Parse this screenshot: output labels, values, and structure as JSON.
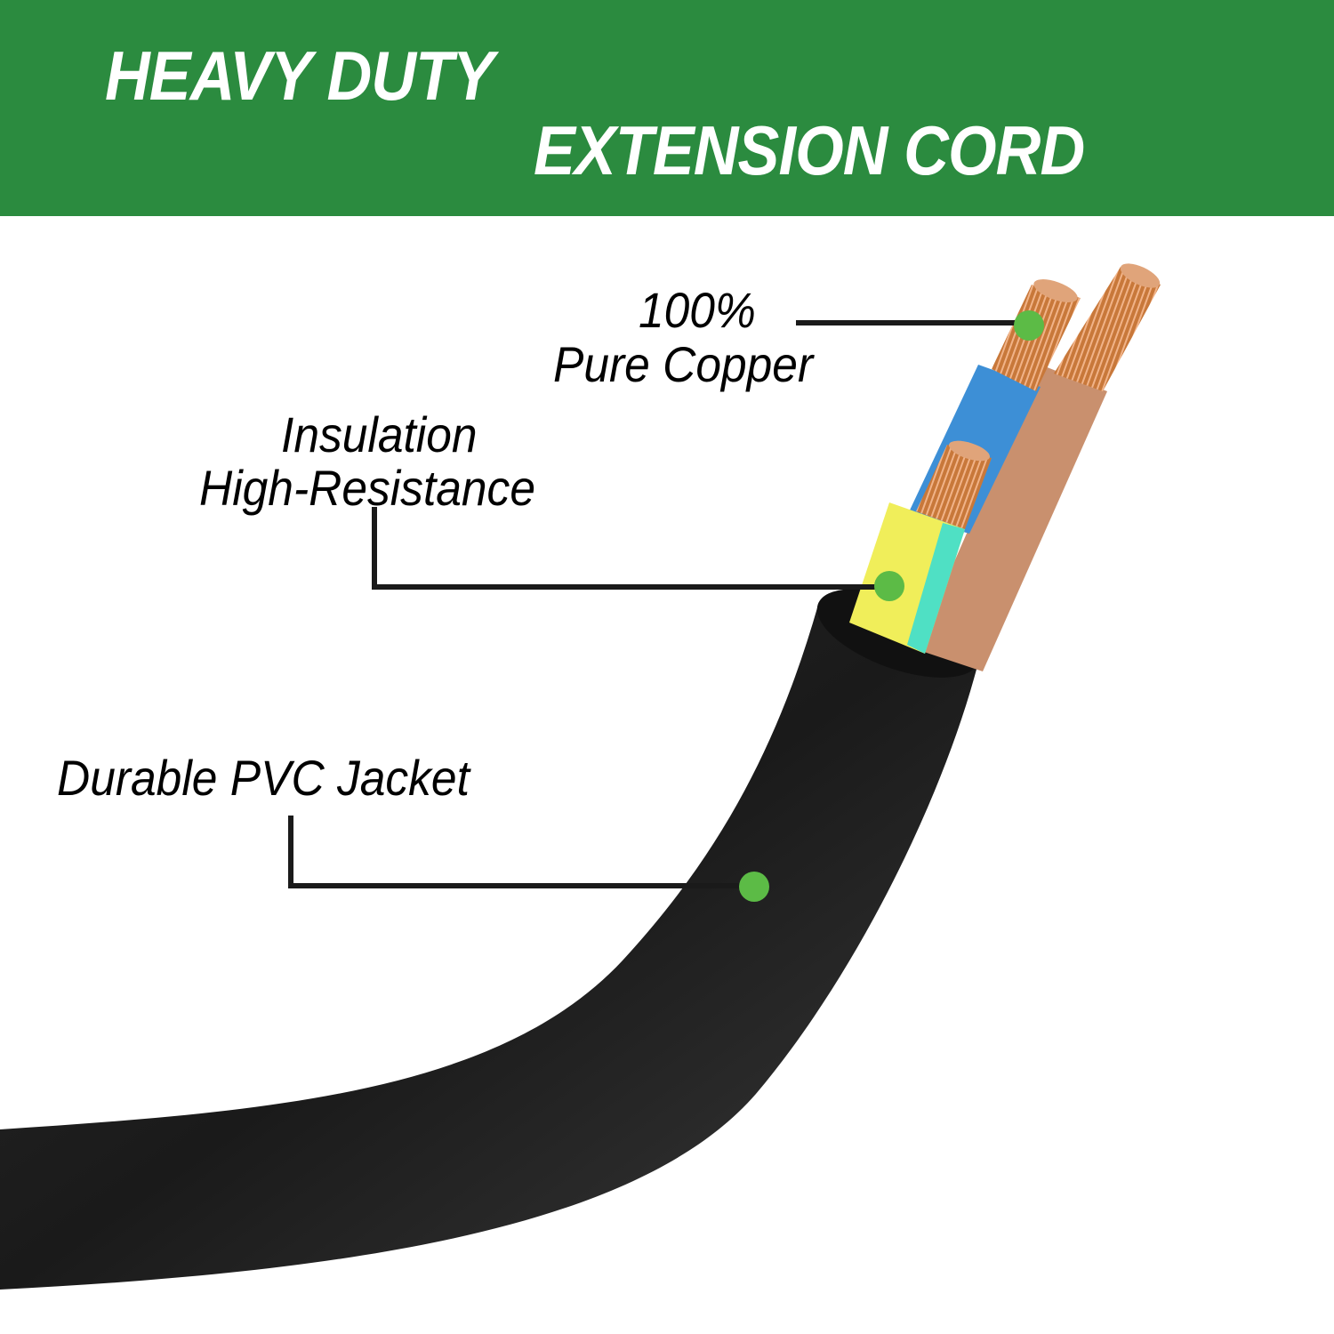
{
  "banner": {
    "line1": "HEAVY DUTY",
    "line2": "EXTENSION CORD",
    "background_color": "#2b8b3f",
    "text_color": "#ffffff"
  },
  "callouts": [
    {
      "id": "copper",
      "line1": "100%",
      "line2": "Pure Copper"
    },
    {
      "id": "insulation",
      "line1": "Insulation",
      "line2": "High-Resistance"
    },
    {
      "id": "jacket",
      "line1": "Durable PVC Jacket"
    }
  ],
  "colors": {
    "marker_dot": "#5cbb46",
    "leader_line": "#1a1a1a",
    "jacket": "#1c1c1c",
    "wire_blue": "#3d8fd6",
    "wire_brown": "#c9906e",
    "wire_yellow": "#f0ee5a",
    "wire_green_stripe": "#4fe0c4",
    "copper": "#c8783a"
  }
}
